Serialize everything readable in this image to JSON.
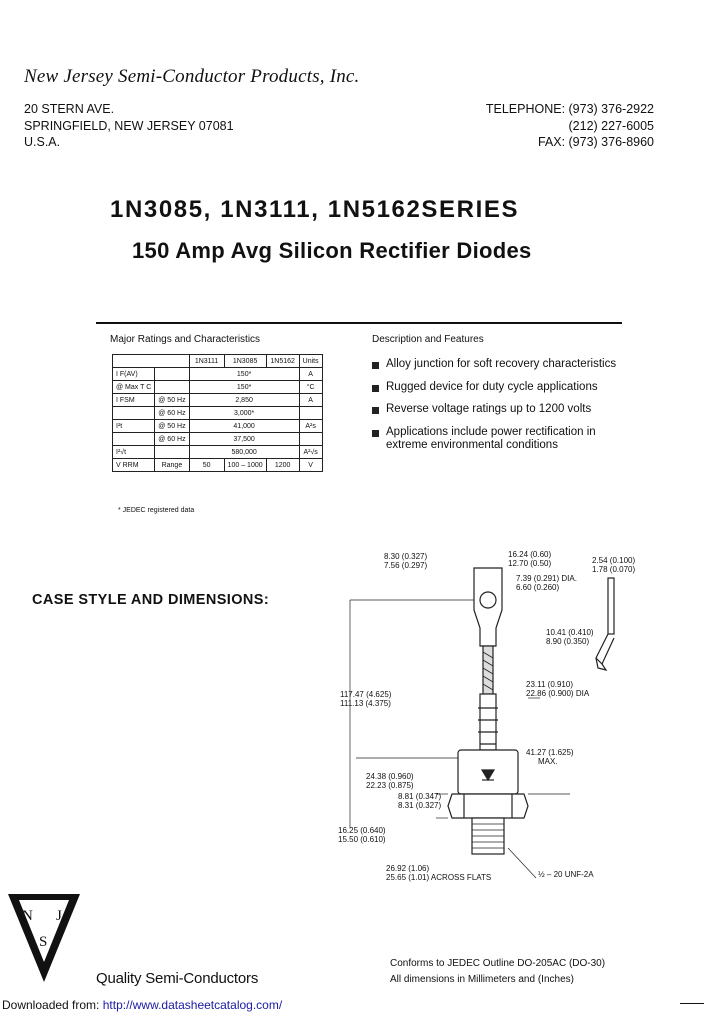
{
  "header": {
    "company": "New Jersey Semi-Conductor Products, Inc.",
    "address": [
      "20 STERN AVE.",
      "SPRINGFIELD, NEW JERSEY 07081",
      "U.S.A."
    ],
    "phone": [
      "TELEPHONE: (973) 376-2922",
      "(212) 227-6005",
      "FAX: (973) 376-8960"
    ]
  },
  "title": {
    "series": "1N3085, 1N3111, 1N5162SERIES",
    "subtitle": "150 Amp Avg Silicon Rectifier Diodes"
  },
  "ratings": {
    "heading": "Major Ratings and Characteristics",
    "columns": [
      "",
      "",
      "1N3111",
      "1N3085",
      "1N5162",
      "Units"
    ],
    "rows": [
      {
        "symbol": "I F(AV)",
        "cond": "",
        "value": "150*",
        "unit": "A"
      },
      {
        "symbol": "@ Max T C",
        "cond": "",
        "value": "150*",
        "unit": "°C"
      },
      {
        "symbol": "I FSM",
        "cond": "@ 50 Hz",
        "value": "2,850",
        "unit": "A"
      },
      {
        "symbol": "",
        "cond": "@ 60 Hz",
        "value": "3,000*",
        "unit": ""
      },
      {
        "symbol": "I²t",
        "cond": "@ 50 Hz",
        "value": "41,000",
        "unit": "A²s"
      },
      {
        "symbol": "",
        "cond": "@ 60 Hz",
        "value": "37,500",
        "unit": ""
      },
      {
        "symbol": "I²√t",
        "cond": "",
        "value": "580,000",
        "unit": "A²√s"
      }
    ],
    "vrrm_row": {
      "symbol": "V RRM",
      "cond": "Range",
      "v1": "50",
      "v2": "100 – 1000",
      "v3": "1200",
      "unit": "V"
    },
    "footnote": "* JEDEC registered data"
  },
  "features": {
    "heading": "Description and Features",
    "items": [
      "Alloy junction for soft recovery characteristics",
      "Rugged device for duty cycle applications",
      "Reverse voltage ratings up to 1200 volts",
      "Applications include power rectification in extreme environmental conditions"
    ]
  },
  "case": {
    "heading": "CASE STYLE AND DIMENSIONS:",
    "dims": {
      "d1": "8.30 (0.327)",
      "d2": "7.56 (0.297)",
      "d3": "16.24 (0.60)",
      "d4": "12.70 (0.50)",
      "d5": "7.39 (0.291)",
      "d6": "6.60 (0.260)",
      "dia": "DIA.",
      "d7": "2.54 (0.100)",
      "d8": "1.78 (0.070)",
      "d9": "10.41 (0.410)",
      "d10": "8.90 (0.350)",
      "d11": "23.11 (0.910)",
      "d12": "22.86 (0.900)",
      "dia2": "DIA",
      "d13": "117.47 (4.625)",
      "d14": "111.13 (4.375)",
      "d15": "41.27 (1.625)",
      "max": "MAX.",
      "d16": "24.38 (0.960)",
      "d17": "22.23 (0.875)",
      "d18": "8.81 (0.347)",
      "d19": "8.31 (0.327)",
      "d20": "16.25 (0.640)",
      "d21": "15.50 (0.610)",
      "d22": "26.92 (1.06)",
      "d23": "25.65 (1.01)",
      "flats": "ACROSS FLATS",
      "thread": "½ – 20 UNF-2A"
    }
  },
  "footer": {
    "quality": "Quality Semi-Conductors",
    "conforms": "Conforms to JEDEC Outline DO-205AC (DO-30)",
    "dimensions": "All dimensions in Millimeters and (Inches)",
    "download_label": "Downloaded from:",
    "download_url": "http://www.datasheetcatalog.com/",
    "logo_letters": [
      "N",
      "J",
      "S"
    ]
  }
}
